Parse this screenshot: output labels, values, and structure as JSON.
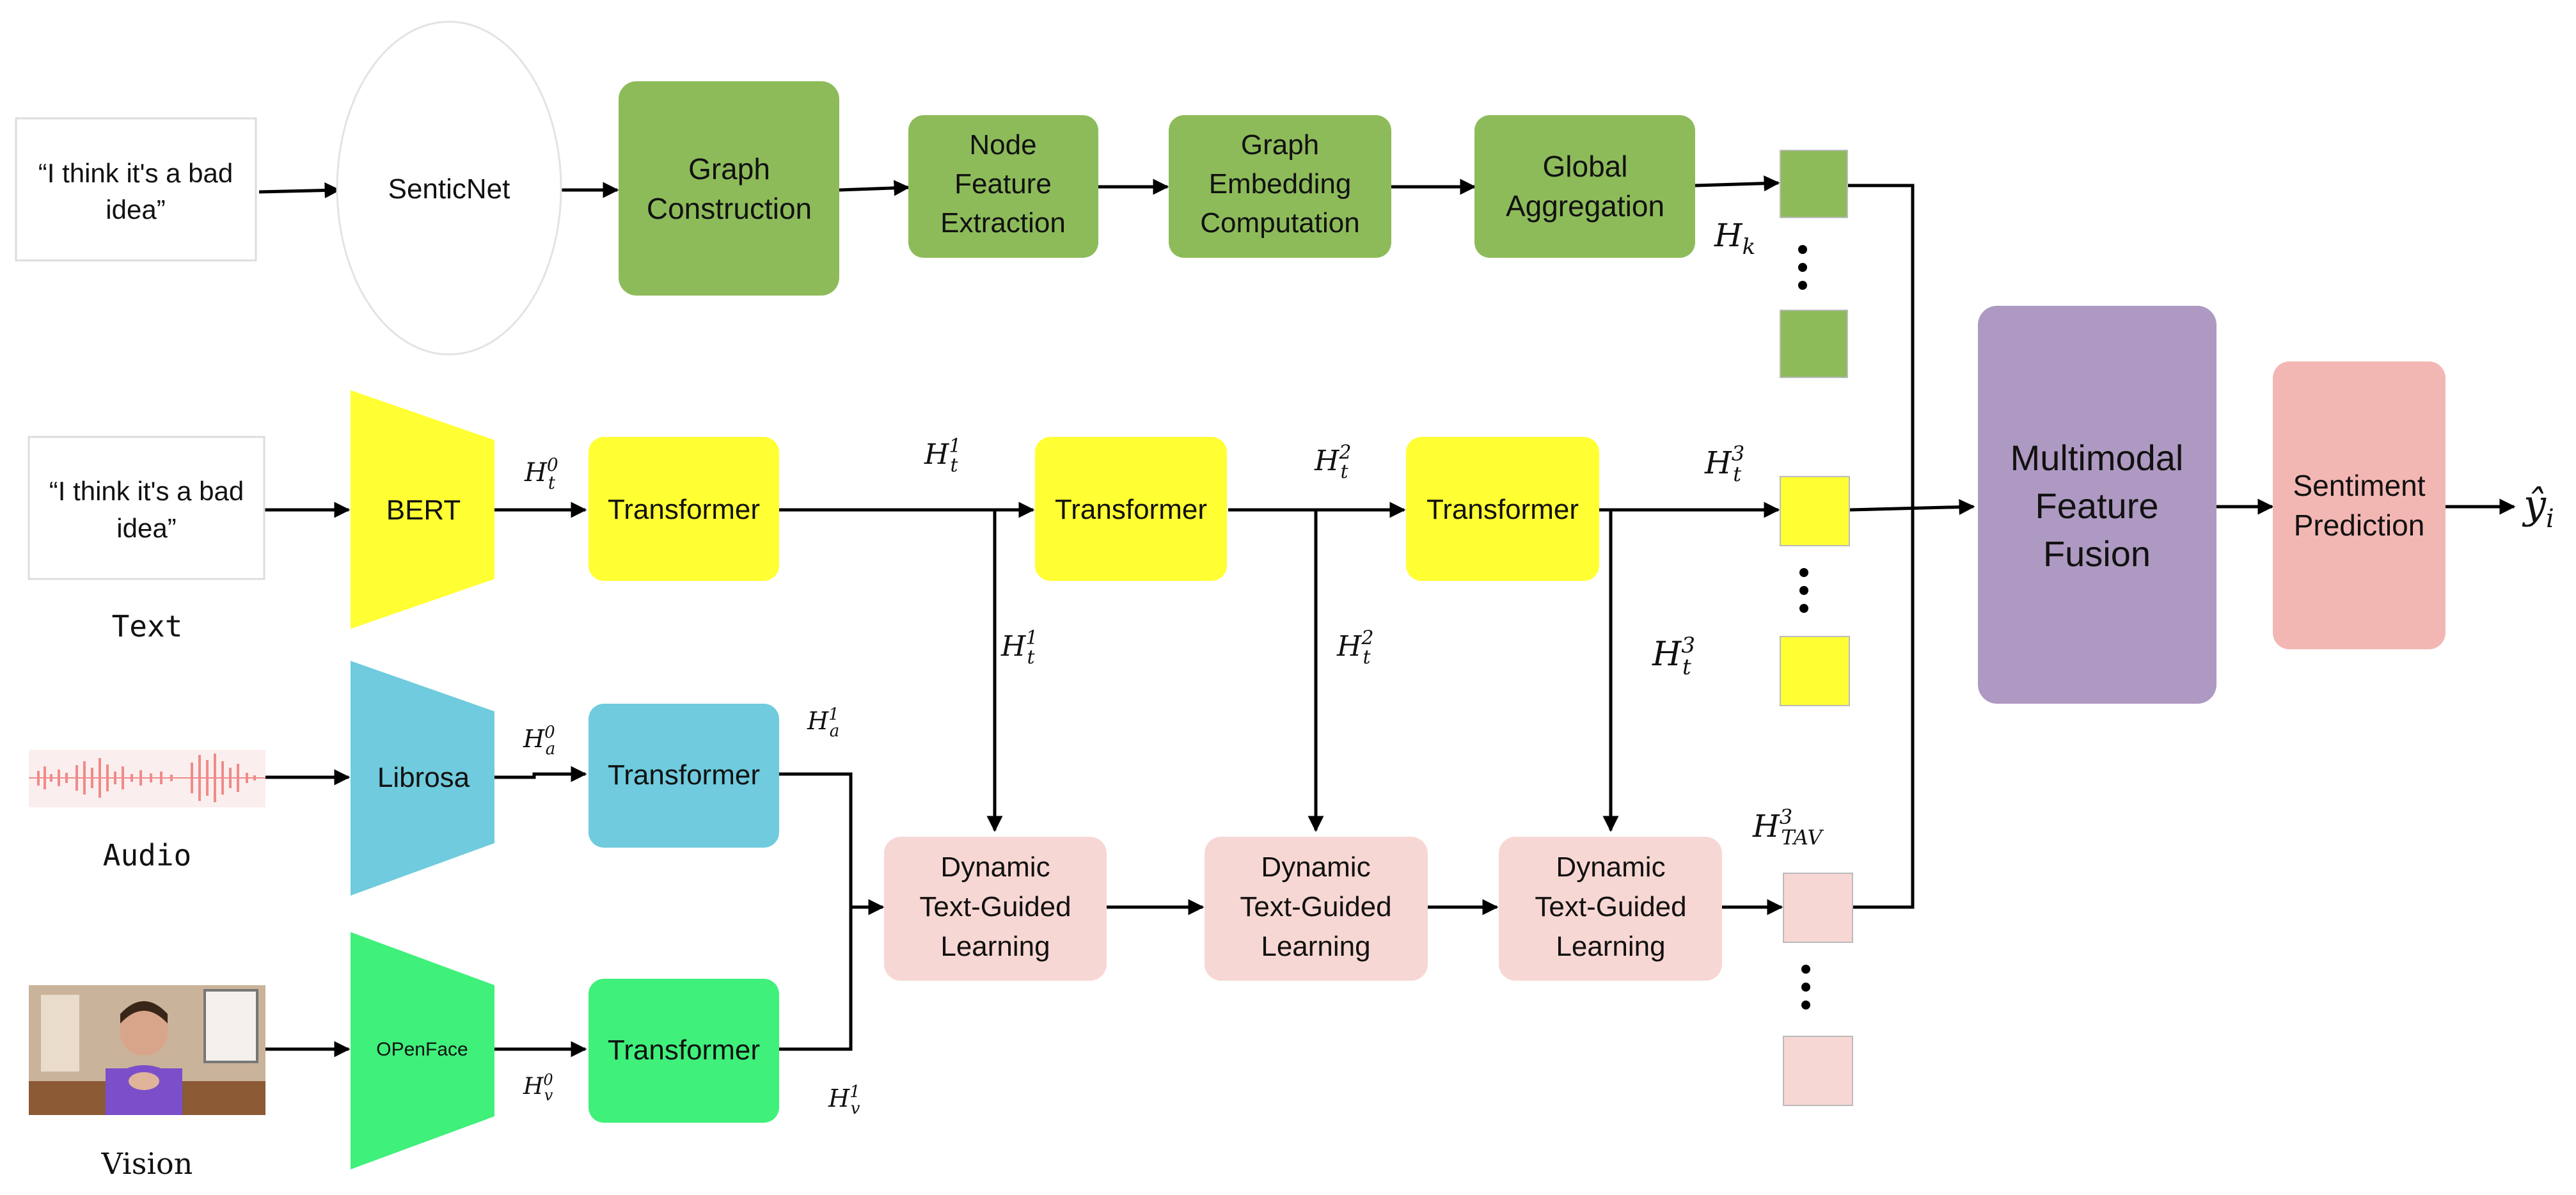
{
  "inputs": {
    "quote_top": {
      "line1": "“I think it's a bad",
      "line2": "idea”"
    },
    "quote_text": {
      "line1": "“I think it's a bad",
      "line2": "idea”"
    },
    "text_label": "Text",
    "audio_label": "Audio",
    "vision_label": "Vision"
  },
  "knowledge_branch": {
    "senticnet": "SenticNet",
    "graph_construction": {
      "line1": "Graph",
      "line2": "Construction"
    },
    "node_feature": {
      "line1": "Node",
      "line2": "Feature",
      "line3": "Extraction"
    },
    "graph_embedding": {
      "line1": "Graph",
      "line2": "Embedding",
      "line3": "Computation"
    },
    "global_aggregation": {
      "line1": "Global",
      "line2": "Aggregation"
    },
    "hk": {
      "base": "H",
      "sub": "k"
    }
  },
  "text_branch": {
    "bert": "BERT",
    "transformer_label": "Transformer",
    "h_t0": {
      "base": "H",
      "sub": "t",
      "sup": "0"
    },
    "h_t1": {
      "base": "H",
      "sub": "t",
      "sup": "1"
    },
    "h_t2": {
      "base": "H",
      "sub": "t",
      "sup": "2"
    },
    "h_t3": {
      "base": "H",
      "sub": "t",
      "sup": "3"
    }
  },
  "audio_branch": {
    "librosa": "Librosa",
    "transformer_label": "Transformer",
    "h_a0": {
      "base": "H",
      "sub": "a",
      "sup": "0"
    },
    "h_a1": {
      "base": "H",
      "sub": "a",
      "sup": "1"
    }
  },
  "vision_branch": {
    "openface": "OPenFace",
    "transformer_label": "Transformer",
    "h_v0": {
      "base": "H",
      "sub": "v",
      "sup": "0"
    },
    "h_v1": {
      "base": "H",
      "sub": "v",
      "sup": "1"
    }
  },
  "dtgl": {
    "line1": "Dynamic",
    "line2": "Text-Guided",
    "line3": "Learning"
  },
  "h_tav3": {
    "base": "H",
    "sub": "TAV",
    "sup": "3"
  },
  "fusion": {
    "line1": "Multimodal",
    "line2": "Feature",
    "line3": "Fusion"
  },
  "prediction": {
    "line1": "Sentiment",
    "line2": "Prediction"
  },
  "output": {
    "symbol": "ŷ",
    "sub": "i"
  },
  "colors": {
    "green": "#8dbb5a",
    "yellow": "#ffff33",
    "cyan": "#6fcbdd",
    "bright_green": "#3ff07a",
    "pink": "#f7d7d3",
    "purple": "#ae99c2",
    "salmon": "#f3b7b3"
  }
}
